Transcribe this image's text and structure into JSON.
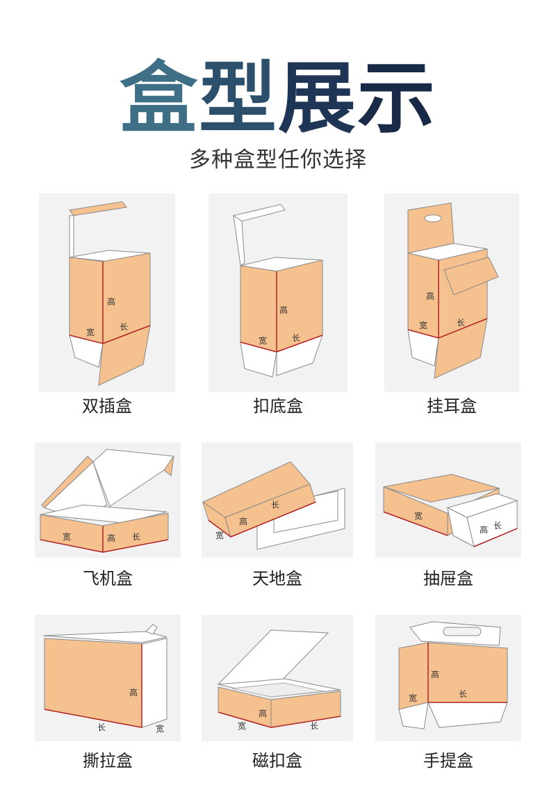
{
  "header": {
    "title_chars": [
      "盒",
      "型",
      "展",
      "示"
    ],
    "subtitle": "多种盒型任你选择"
  },
  "dims": {
    "length": "长",
    "width": "宽",
    "height": "高"
  },
  "boxes": [
    {
      "name": "双插盒"
    },
    {
      "name": "扣底盒"
    },
    {
      "name": "挂耳盒"
    },
    {
      "name": "飞机盒"
    },
    {
      "name": "天地盒"
    },
    {
      "name": "抽屉盒"
    },
    {
      "name": "撕拉盒"
    },
    {
      "name": "磁扣盒"
    },
    {
      "name": "手提盒"
    }
  ],
  "colors": {
    "kraft": "#f5c18f",
    "edge": "#b22222",
    "panel": "#f2f2f2",
    "paper": "#ffffff"
  }
}
